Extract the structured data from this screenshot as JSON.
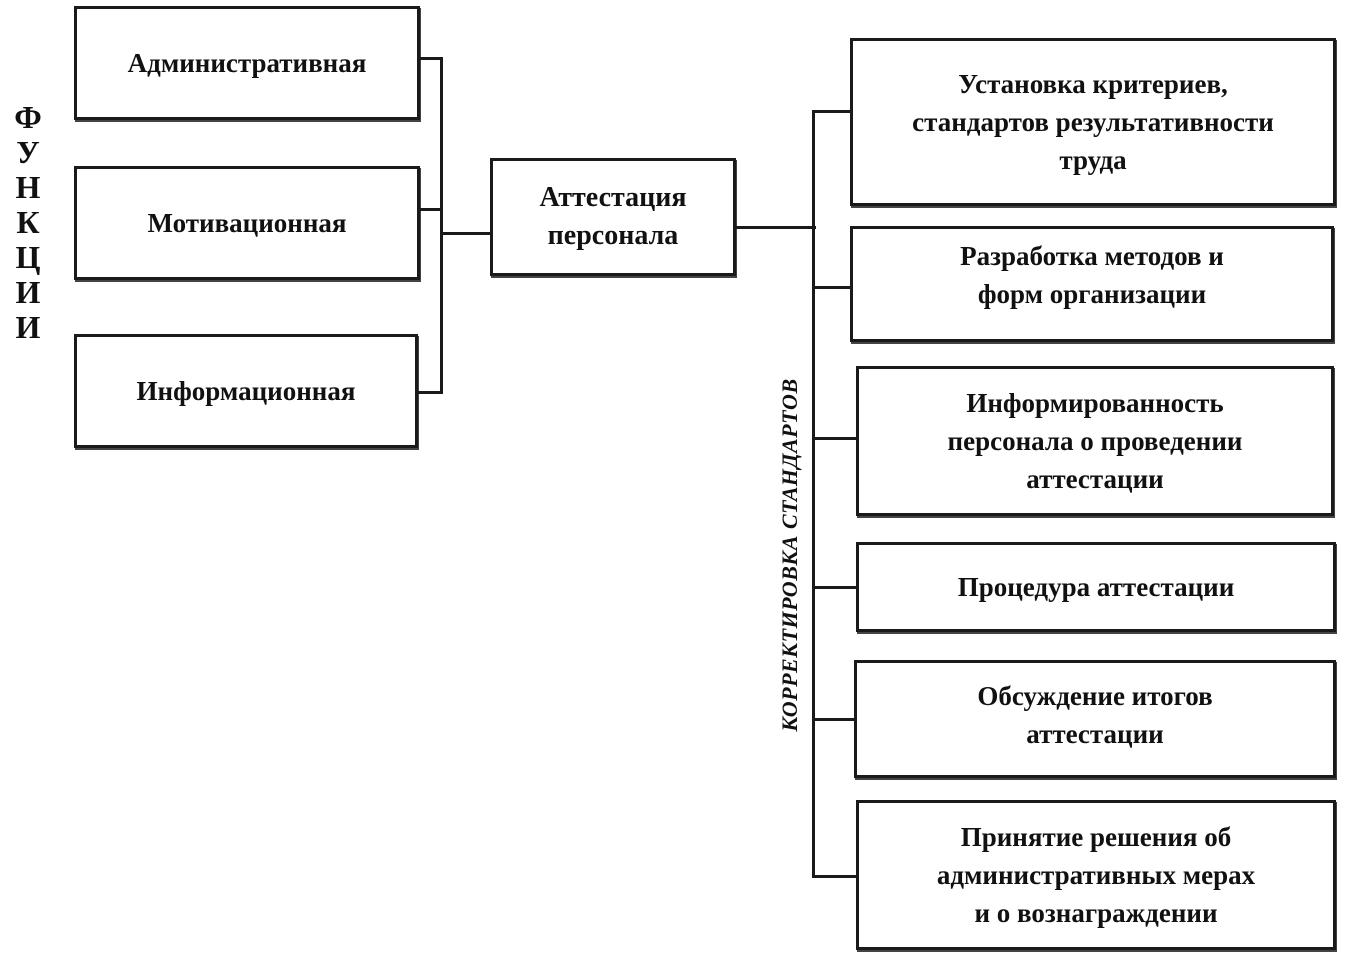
{
  "functions": {
    "title": "ФУНКЦИИ",
    "items": [
      {
        "label": "Административная"
      },
      {
        "label": "Мотивационная"
      },
      {
        "label": "Информационная"
      }
    ]
  },
  "center": {
    "label": "Аттестация\nперсонала"
  },
  "side_label": "КОРРЕКТИРОВКА СТАНДАРТОВ",
  "stages": [
    {
      "label": "Установка критериев,\nстандартов результативности\nтруда"
    },
    {
      "label": "Разработка методов и\nформ организации"
    },
    {
      "label": "Информированность\nперсонала о проведении\nаттестации"
    },
    {
      "label": "Процедура аттестации"
    },
    {
      "label": "Обсуждение итогов\nаттестации"
    },
    {
      "label": "Принятие решения об\nадминистративных мерах\nи о вознаграждении"
    }
  ]
}
